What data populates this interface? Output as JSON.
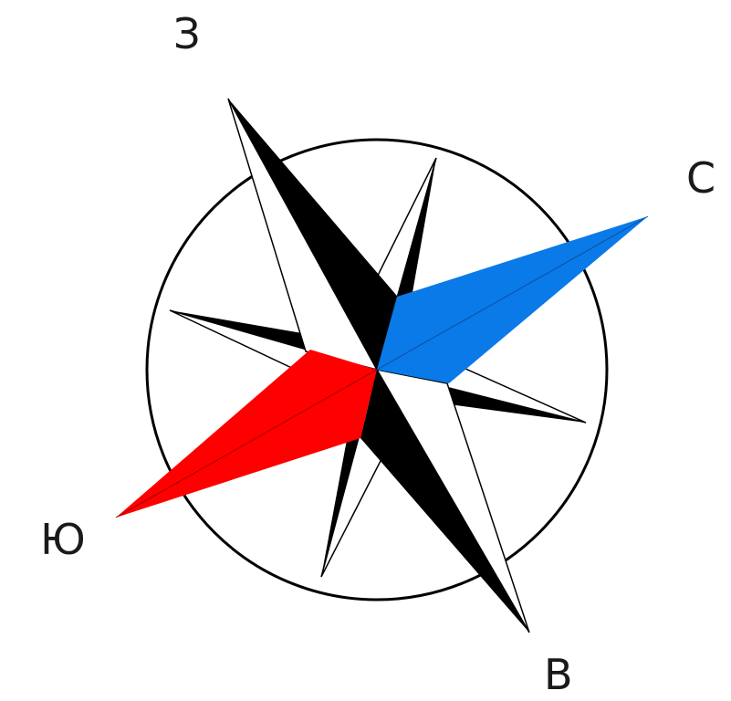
{
  "labels": {
    "west": "З",
    "north": "С",
    "south": "Ю",
    "east": "В"
  },
  "colors": {
    "north_needle": "#0a7ae8",
    "south_needle": "#ff0000",
    "dark": "#000000",
    "light": "#ffffff",
    "ring": "#000000"
  },
  "icons": {
    "compass": "compass-rose-icon"
  }
}
